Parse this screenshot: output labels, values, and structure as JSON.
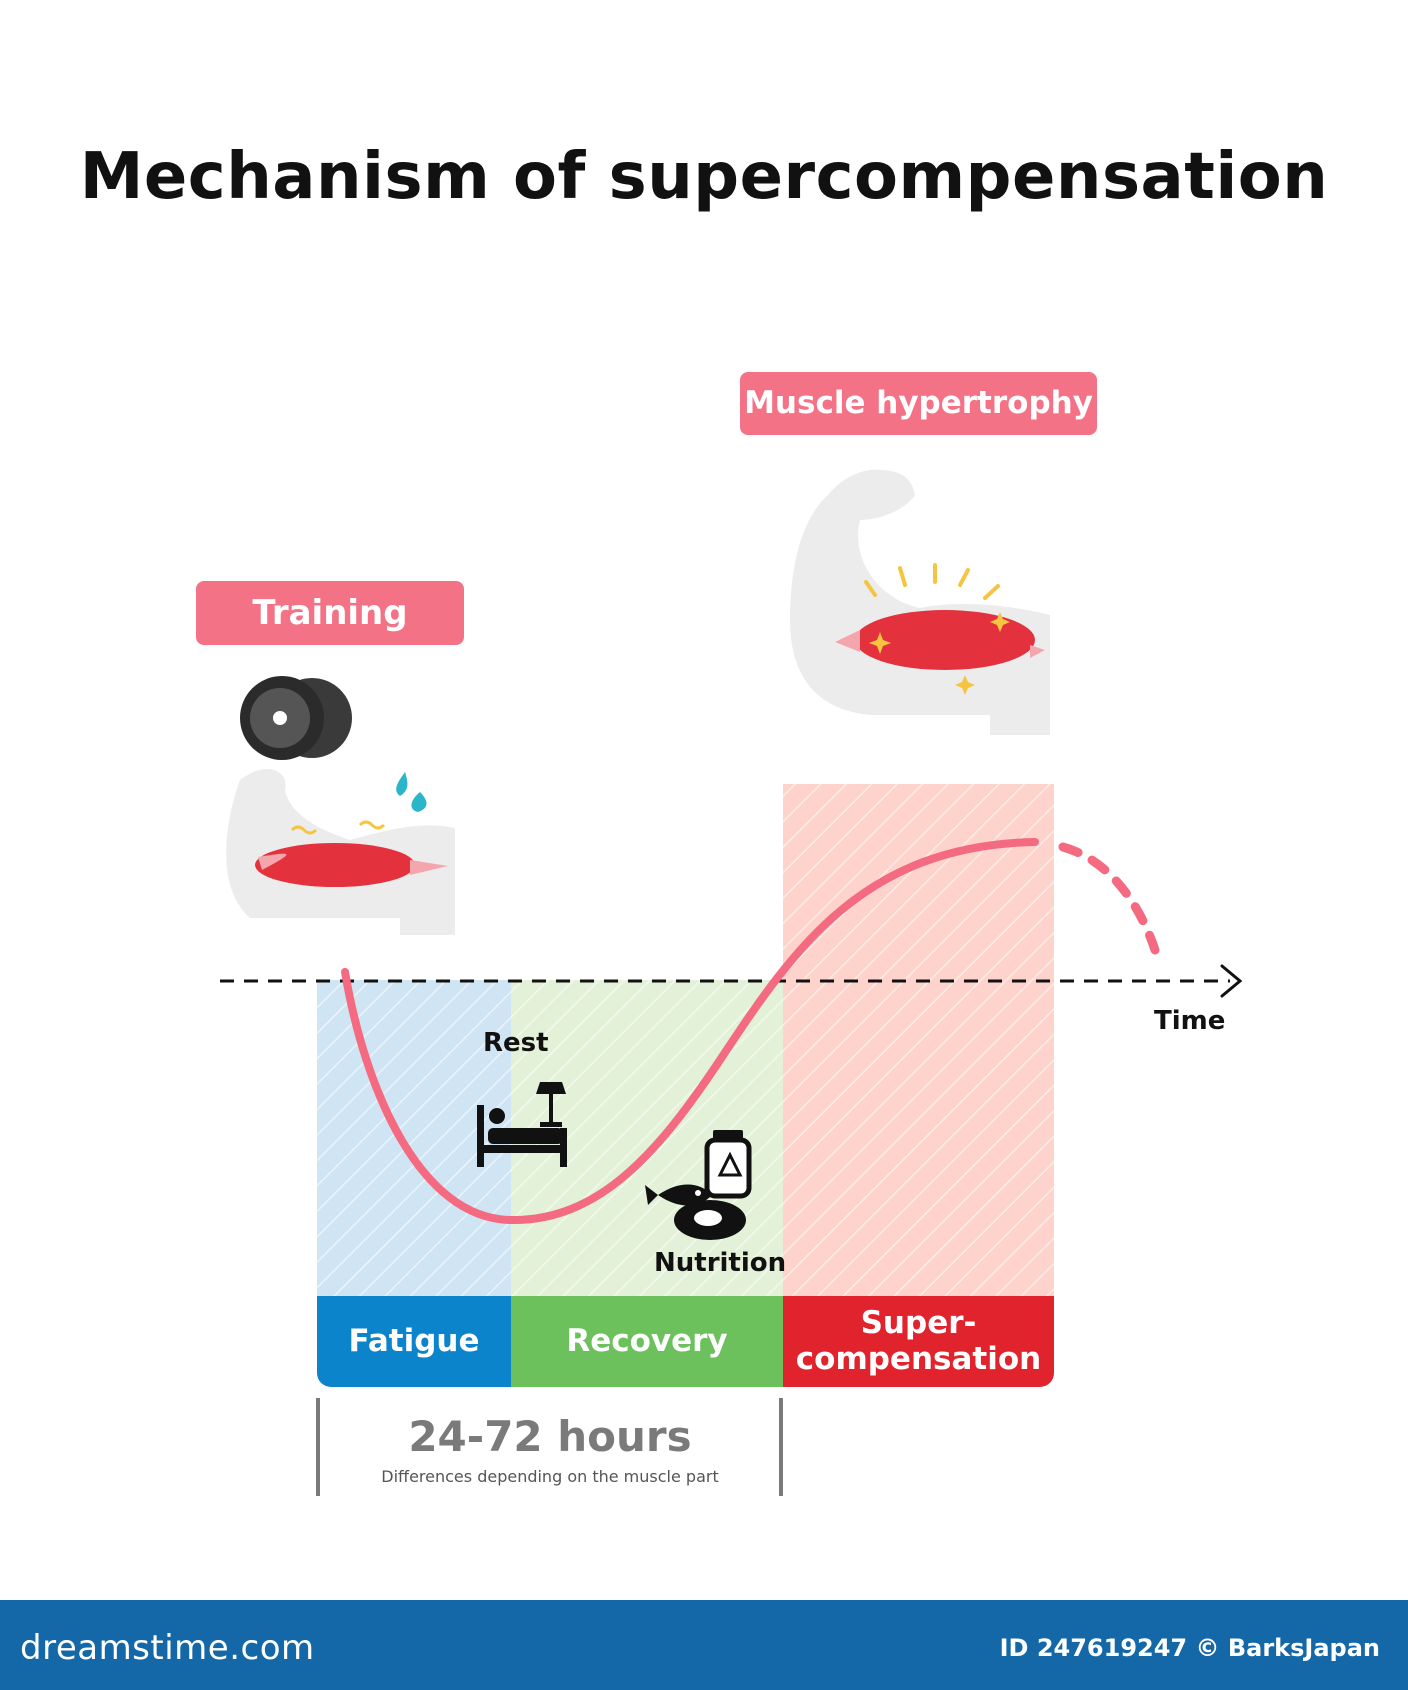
{
  "title": "Mechanism of supercompensation",
  "labels": {
    "training": "Training",
    "hypertrophy": "Muscle hypertrophy",
    "rest": "Rest",
    "nutrition": "Nutrition",
    "time": "Time"
  },
  "phases": [
    {
      "label": "Fatigue",
      "color": "#0b84cc"
    },
    {
      "label": "Recovery",
      "color": "#6cc15c"
    },
    {
      "label": "Super-\ncompensation",
      "color": "#e1232d"
    }
  ],
  "duration": {
    "value": "24-72 hours",
    "note": "Differences depending on the muscle part"
  },
  "footer": {
    "brand": "dreamstime.com",
    "id": "ID 247619247 © BarksJapan"
  },
  "colors": {
    "accent_pink": "#f47286",
    "curve": "#f46a80",
    "fatigue_zone": "#cfe5f4",
    "recovery_zone": "#e3f1d8",
    "super_zone": "#fdd3cc",
    "footer_bg": "#1468a8"
  },
  "icons": [
    "dumbbell-icon",
    "flexed-arm-icon",
    "bed-icon",
    "food-icon",
    "sweat-icon",
    "sparkle-icon"
  ]
}
